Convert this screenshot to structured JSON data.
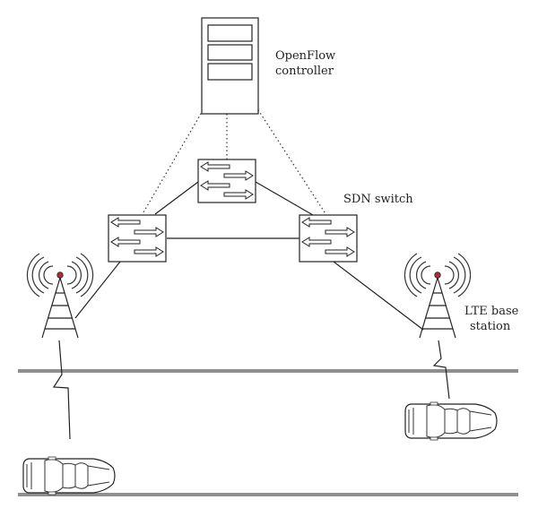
{
  "labels": {
    "controller_line1": "OpenFlow",
    "controller_line2": "controller",
    "switch": "SDN switch",
    "base_line1": "LTE base",
    "base_line2": "station"
  }
}
